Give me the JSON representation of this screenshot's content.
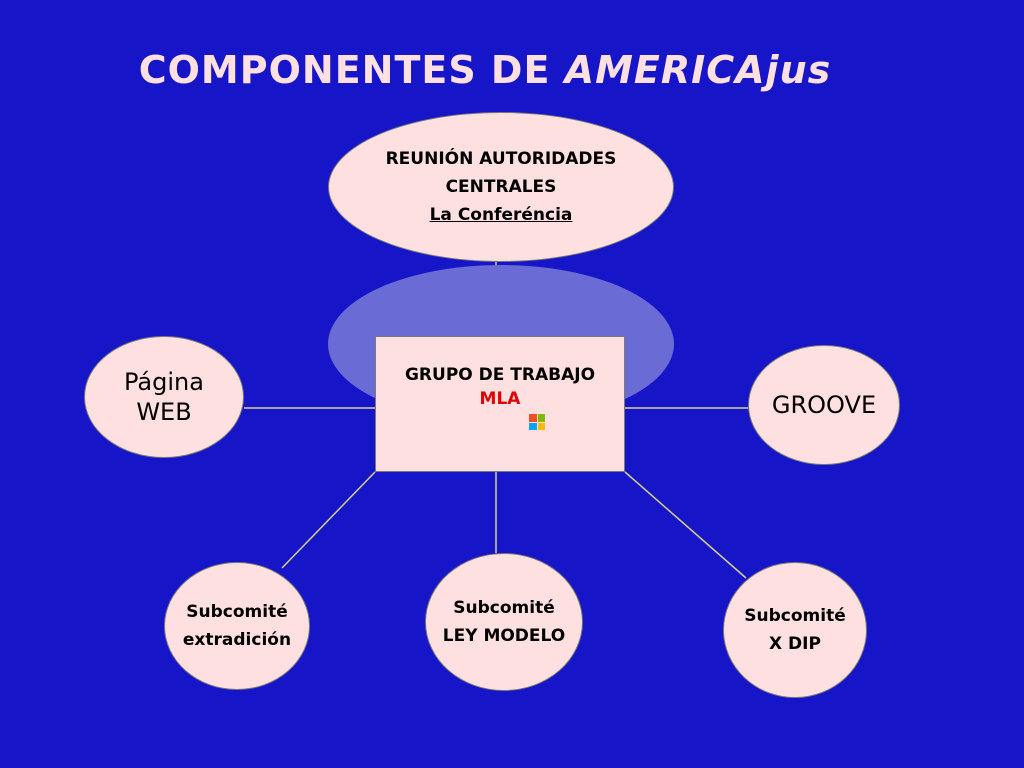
{
  "title": {
    "prefix": "COMPONENTES DE ",
    "brand": "AMERICAjus"
  },
  "top_node": {
    "line1": "REUNIÓN AUTORIDADES",
    "line2": "CENTRALES",
    "line3": "La Conferéncia"
  },
  "center_node": {
    "title": "GRUPO DE TRABAJO",
    "subtitle": "MLA",
    "icon": "windows-logo-icon"
  },
  "left_node": {
    "line1": "Página",
    "line2": "WEB"
  },
  "right_node": {
    "label": "GROOVE"
  },
  "subcommittees": [
    {
      "line1": "Subcomité",
      "line2": "extradición"
    },
    {
      "line1": "Subcomité",
      "line2": "LEY MODELO"
    },
    {
      "line1": "Subcomité",
      "line2": "X DIP"
    }
  ],
  "colors": {
    "background": "#1616c8",
    "node_fill": "#ffe0e0",
    "halo": "#6b6bd6",
    "connector": "#d8d08a",
    "accent_red": "#e00000",
    "title_text": "#ffe0e0"
  }
}
